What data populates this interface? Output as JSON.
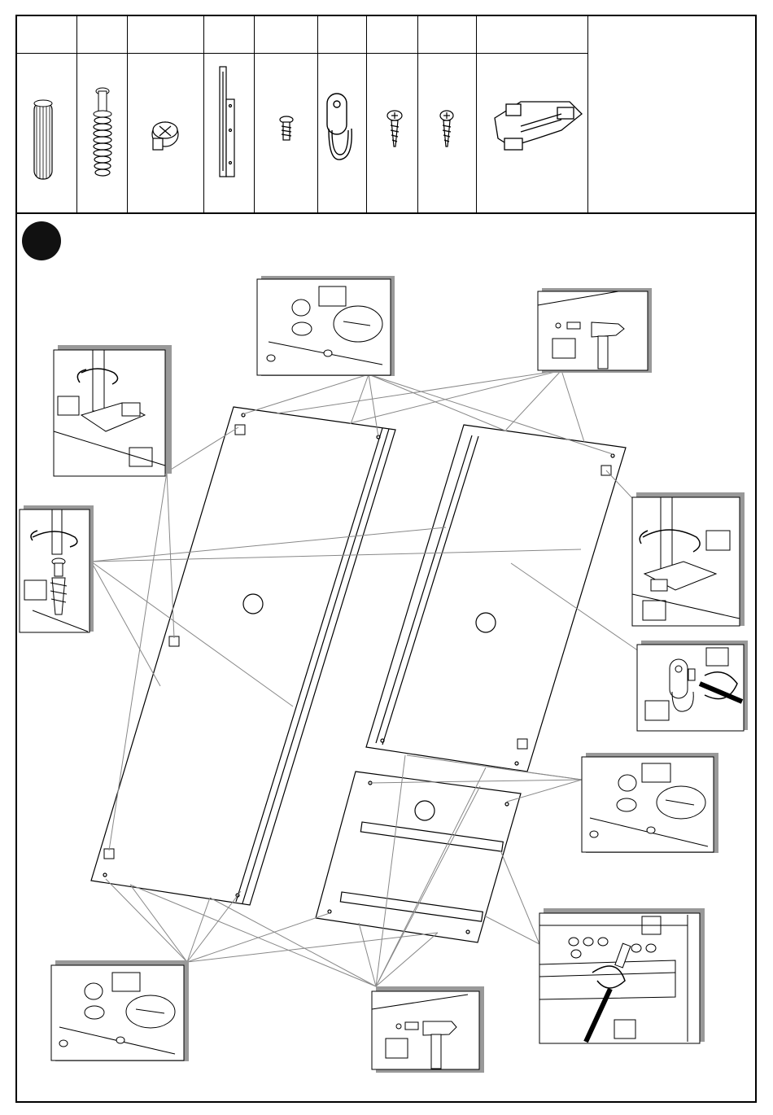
{
  "document": {
    "type": "furniture assembly instruction sheet",
    "parts_table": {
      "columns": [
        {
          "icon": "wooden-dowel-icon"
        },
        {
          "icon": "cam-bolt-icon"
        },
        {
          "icon": "cam-lock-icon"
        },
        {
          "icon": "drawer-runner-icon"
        },
        {
          "icon": "small-screw-icon"
        },
        {
          "icon": "shelf-support-bracket-icon"
        },
        {
          "icon": "wood-screw-icon"
        },
        {
          "icon": "long-screw-icon"
        },
        {
          "icon": "hinge-plate-icon"
        },
        {
          "icon": "empty-cell-icon"
        }
      ]
    },
    "step": {
      "badge": "step-badge",
      "callouts": [
        "cam-lock-insert-detail-top",
        "hammer-dowel-detail-top-right",
        "screwdriver-hinge-plate-detail-left",
        "screwdriver-cam-bolt-detail-left",
        "screwdriver-hinge-plate-detail-right",
        "bracket-screw-detail-right",
        "cam-lock-insert-detail-right",
        "runner-screw-detail-bottom-right",
        "cam-lock-insert-detail-bottom-left",
        "hammer-dowel-detail-bottom"
      ]
    }
  }
}
